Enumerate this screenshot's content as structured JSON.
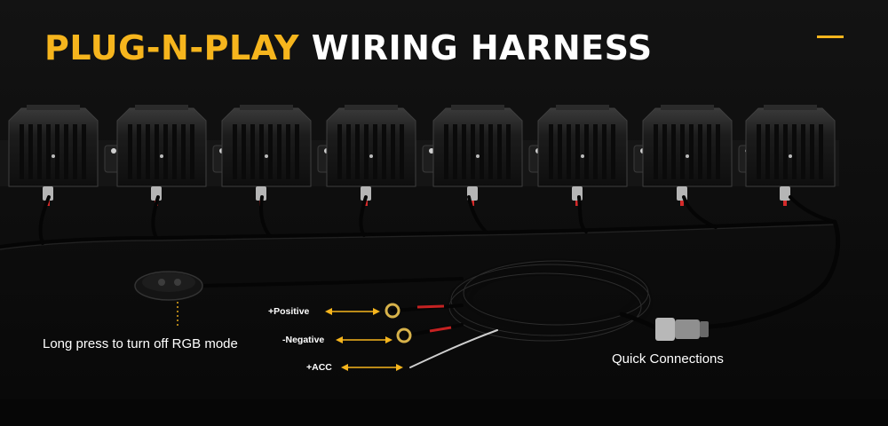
{
  "title": {
    "accent": "PLUG-N-PLAY",
    "rest": "WIRING HARNESS"
  },
  "labels": {
    "switch": "Long press to turn off RGB mode",
    "positive": "+Positive",
    "negative": "-Negative",
    "acc": "+ACC",
    "quick": "Quick Connections"
  },
  "colors": {
    "accent": "#f6b51d",
    "arrow": "#f6b51d",
    "background": "#0d0d0d",
    "connector_tip": "#d42a2a"
  }
}
